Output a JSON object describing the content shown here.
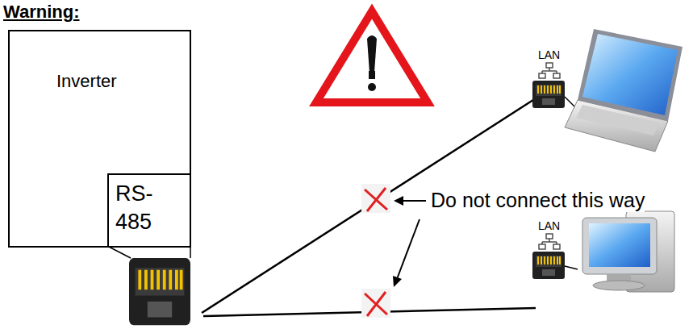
{
  "diagram": {
    "title": "Warning:",
    "nodes": [
      {
        "text": [
          "Inverter"
        ]
      },
      {
        "text": [
          "RS- 485"
        ],
        "in": 0
      }
    ],
    "labels": [
      "LAN",
      "LAN",
      "Do not connect this way"
    ]
  }
}
